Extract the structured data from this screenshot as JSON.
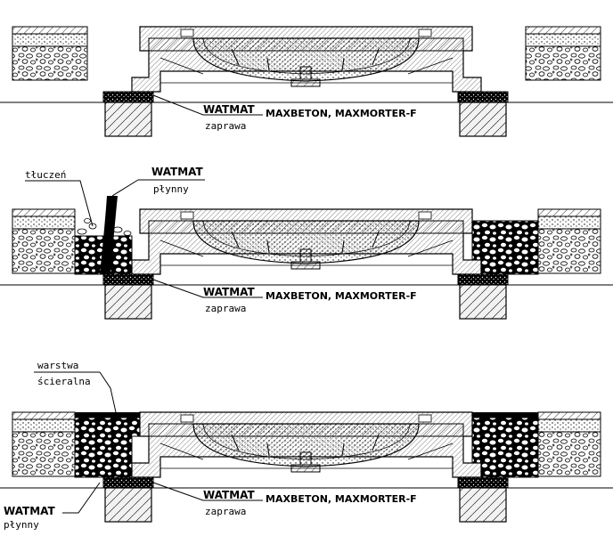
{
  "figure": {
    "panels": [
      {
        "id": "panel-1",
        "labels": {
          "watmat": "WATMAT",
          "product": "MAXBETON, MAXMORTER-F",
          "zaprawa": "zaprawa"
        }
      },
      {
        "id": "panel-2",
        "labels": {
          "tluczen": "tłuczeń",
          "watmat_top": "WATMAT",
          "plynny_top": "płynny",
          "watmat": "WATMAT",
          "product": "MAXBETON, MAXMORTER-F",
          "zaprawa": "zaprawa"
        }
      },
      {
        "id": "panel-3",
        "labels": {
          "warstwa": "warstwa",
          "scieralna": "ścieralna",
          "watmat": "WATMAT",
          "product": "MAXBETON, MAXMORTER-F",
          "zaprawa": "zaprawa",
          "watmat_left": "WATMAT",
          "plynny_left": "płynny"
        }
      }
    ]
  }
}
